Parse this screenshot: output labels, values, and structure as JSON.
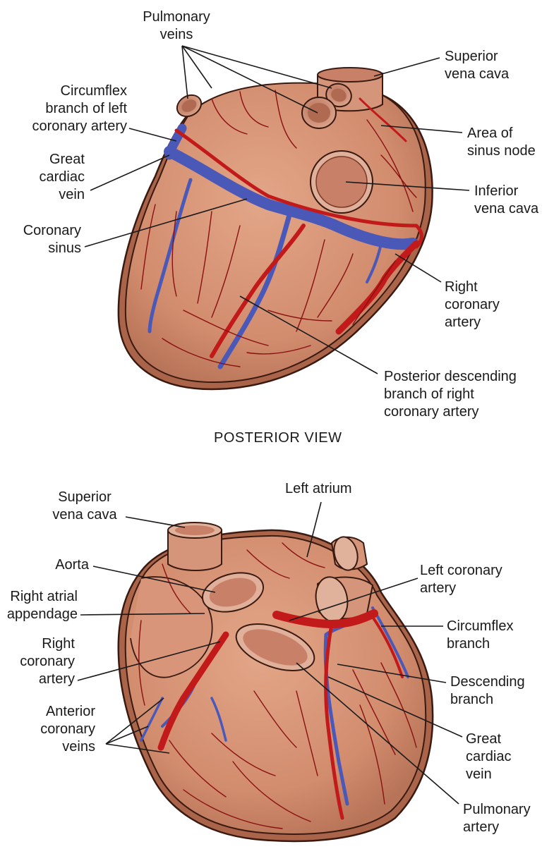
{
  "colors": {
    "myocardium": "#d9967a",
    "myocardium_shade": "#b86e52",
    "outline": "#3a1a10",
    "artery": "#c21a1a",
    "vein": "#4a58b8",
    "vessel_opening": "#c98a70"
  },
  "posterior": {
    "title": "POSTERIOR VIEW",
    "labels": {
      "pulmonary_veins": "Pulmonary\nveins",
      "superior_vena_cava": "Superior\nvena cava",
      "circumflex_left": "Circumflex\nbranch of left\ncoronary artery",
      "area_sinus_node": "Area of\nsinus node",
      "great_cardiac_vein": "Great\ncardiac\nvein",
      "inferior_vena_cava": "Inferior\nvena cava",
      "coronary_sinus": "Coronary\nsinus",
      "right_coronary_artery": "Right\ncoronary\nartery",
      "posterior_descending": "Posterior descending\nbranch of right\ncoronary artery"
    }
  },
  "anterior": {
    "labels": {
      "superior_vena_cava": "Superior\nvena cava",
      "left_atrium": "Left atrium",
      "aorta": "Aorta",
      "left_coronary_artery": "Left coronary\nartery",
      "right_atrial_appendage": "Right atrial\nappendage",
      "circumflex_branch": "Circumflex\nbranch",
      "right_coronary_artery": "Right\ncoronary\nartery",
      "descending_branch": "Descending\nbranch",
      "anterior_coronary_veins": "Anterior\ncoronary\nveins",
      "great_cardiac_vein": "Great\ncardiac\nvein",
      "pulmonary_artery": "Pulmonary\nartery"
    }
  }
}
